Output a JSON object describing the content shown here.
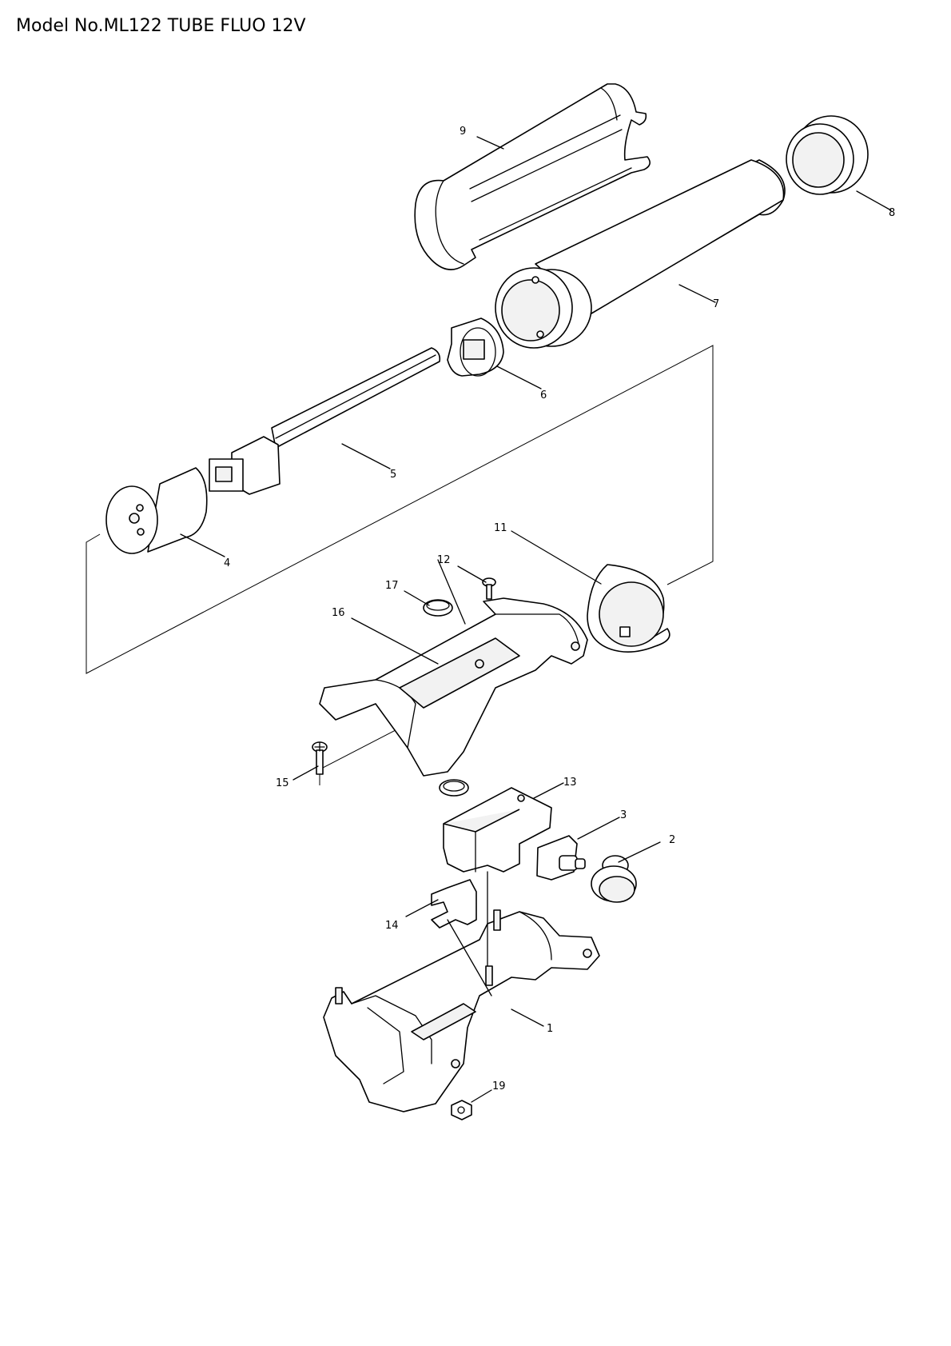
{
  "title": "Model No.ML122 TUBE FLUO 12V",
  "parts": [
    {
      "key": "p9",
      "label": "9",
      "icon": "tube-guard-icon"
    },
    {
      "key": "p8",
      "label": "8",
      "icon": "end-ring-icon"
    },
    {
      "key": "p7",
      "label": "7",
      "icon": "lens-tube-icon"
    },
    {
      "key": "p6",
      "label": "6",
      "icon": "lamp-holder-icon"
    },
    {
      "key": "p5",
      "label": "5",
      "icon": "fluorescent-lamp-icon"
    },
    {
      "key": "p4",
      "label": "4",
      "icon": "lamp-socket-icon"
    },
    {
      "key": "p11",
      "label": "11",
      "icon": "holder-ring-icon"
    },
    {
      "key": "p12",
      "label": "12",
      "icon": "screw-icon"
    },
    {
      "key": "p17",
      "label": "17",
      "icon": "spring-ring-icon"
    },
    {
      "key": "p16",
      "label": "16",
      "icon": "housing-cover-icon"
    },
    {
      "key": "p15",
      "label": "15",
      "icon": "screw-icon"
    },
    {
      "key": "p13",
      "label": "13",
      "icon": "circuit-board-icon"
    },
    {
      "key": "p3",
      "label": "3",
      "icon": "switch-icon"
    },
    {
      "key": "p2",
      "label": "2",
      "icon": "switch-button-icon"
    },
    {
      "key": "p14",
      "label": "14",
      "icon": "terminal-icon"
    },
    {
      "key": "p1",
      "label": "1",
      "icon": "housing-base-icon"
    },
    {
      "key": "p19",
      "label": "19",
      "icon": "hex-nut-icon"
    }
  ]
}
